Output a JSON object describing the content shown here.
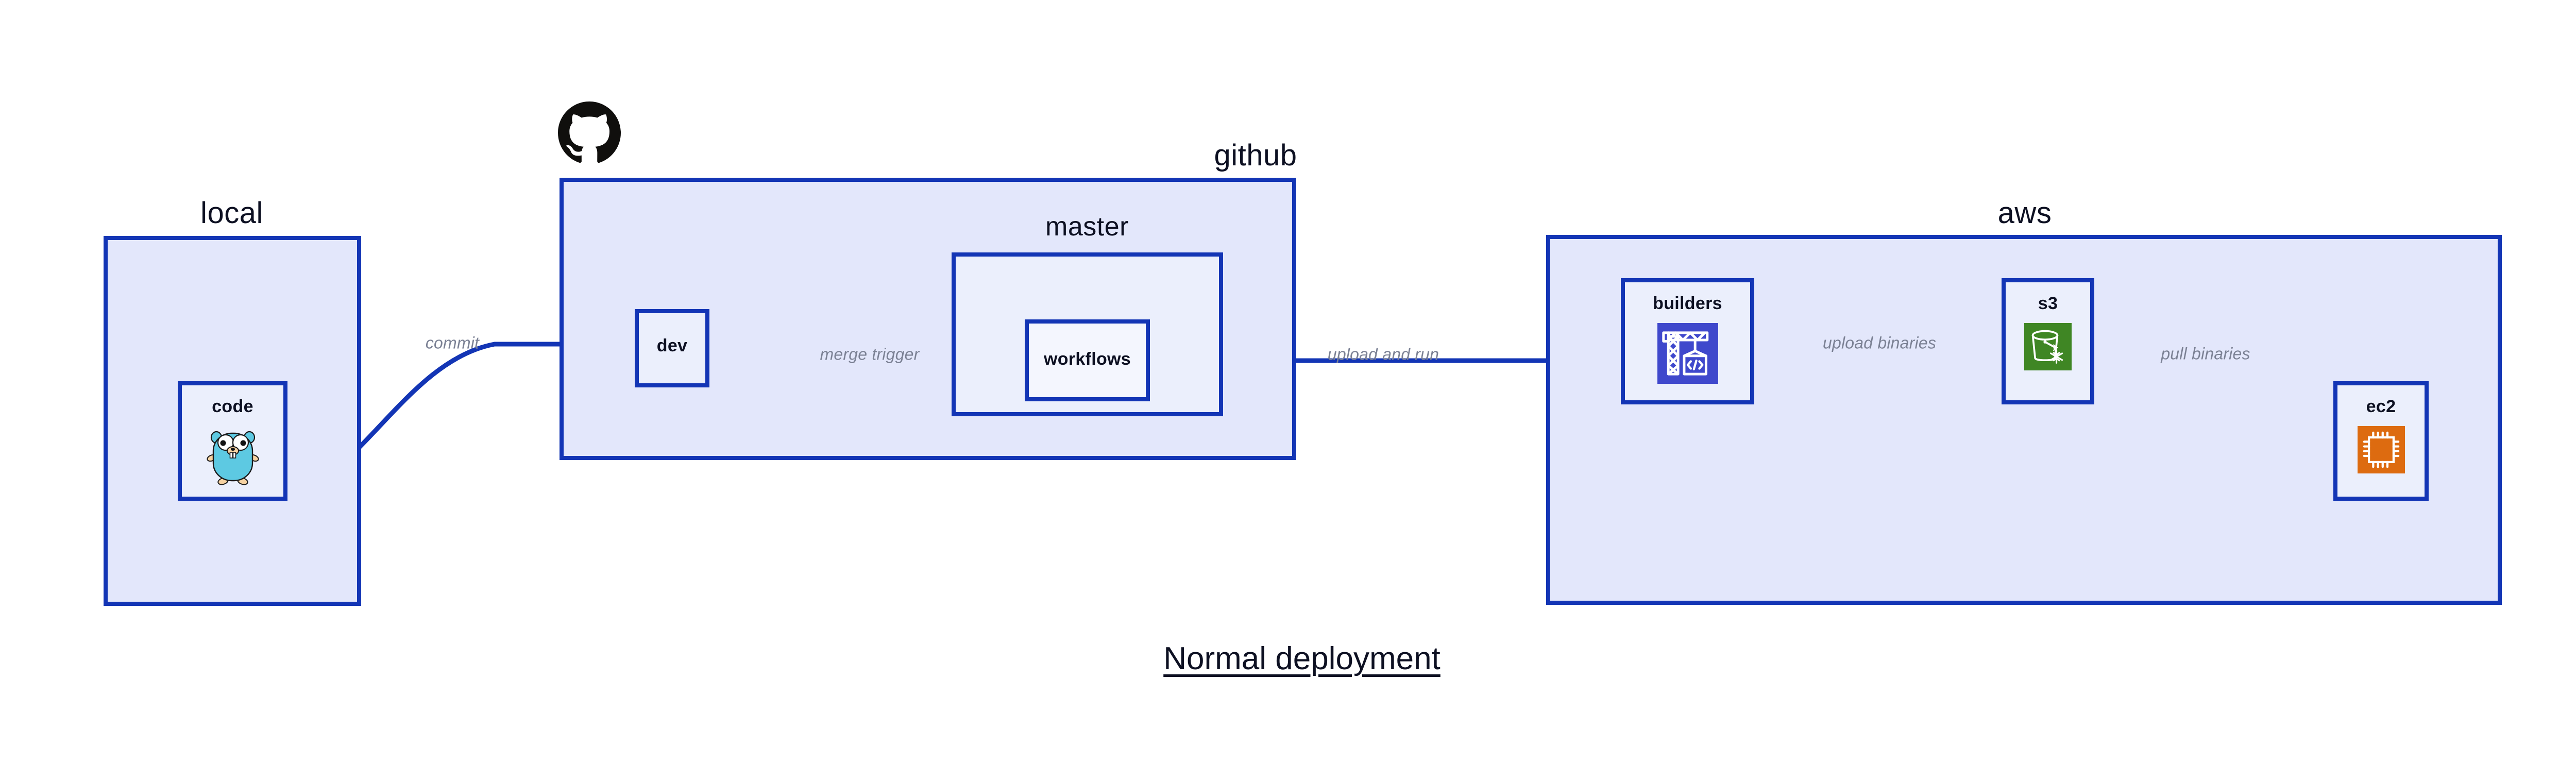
{
  "title": "Normal deployment",
  "colors": {
    "group_fill": "#e3e7fb",
    "node_fill": "#ebeffc",
    "stroke": "#1335b5",
    "label_text": "#0d1022",
    "edge_label_text": "#7b8194",
    "codebuild_purple": "#3f48cc",
    "s3_green": "#3f8624",
    "ec2_orange": "#dd6b10",
    "gopher_cyan": "#5dc9e2",
    "gopher_tan": "#f6d2a2",
    "octocat_black": "#100f0d"
  },
  "groups": [
    {
      "id": "local",
      "label": "local"
    },
    {
      "id": "github",
      "label": "github"
    },
    {
      "id": "master",
      "label": "master"
    },
    {
      "id": "aws",
      "label": "aws"
    }
  ],
  "nodes": [
    {
      "id": "code",
      "label": "code",
      "icon": "go-gopher-icon",
      "group": "local"
    },
    {
      "id": "dev",
      "label": "dev",
      "icon": null,
      "group": "github"
    },
    {
      "id": "workflows",
      "label": "workflows",
      "icon": null,
      "group": "master"
    },
    {
      "id": "builders",
      "label": "builders",
      "icon": "aws-codebuild-icon",
      "group": "aws"
    },
    {
      "id": "s3",
      "label": "s3",
      "icon": "aws-s3-glacier-icon",
      "group": "aws"
    },
    {
      "id": "ec2",
      "label": "ec2",
      "icon": "aws-ec2-icon",
      "group": "aws"
    }
  ],
  "edges": [
    {
      "id": "commit",
      "label": "commit",
      "from": "code",
      "to": "dev"
    },
    {
      "id": "merge-trigger",
      "label": "merge trigger",
      "from": "dev",
      "to": "workflows"
    },
    {
      "id": "upload-run",
      "label": "upload and run",
      "from": "workflows",
      "to": "builders"
    },
    {
      "id": "upload-bin",
      "label": "upload binaries",
      "from": "builders",
      "to": "s3"
    },
    {
      "id": "pull-bin",
      "label": "pull binaries",
      "from": "s3",
      "to": "ec2"
    }
  ],
  "logos": [
    {
      "id": "github-octocat",
      "name": "github-octocat-logo"
    }
  ]
}
